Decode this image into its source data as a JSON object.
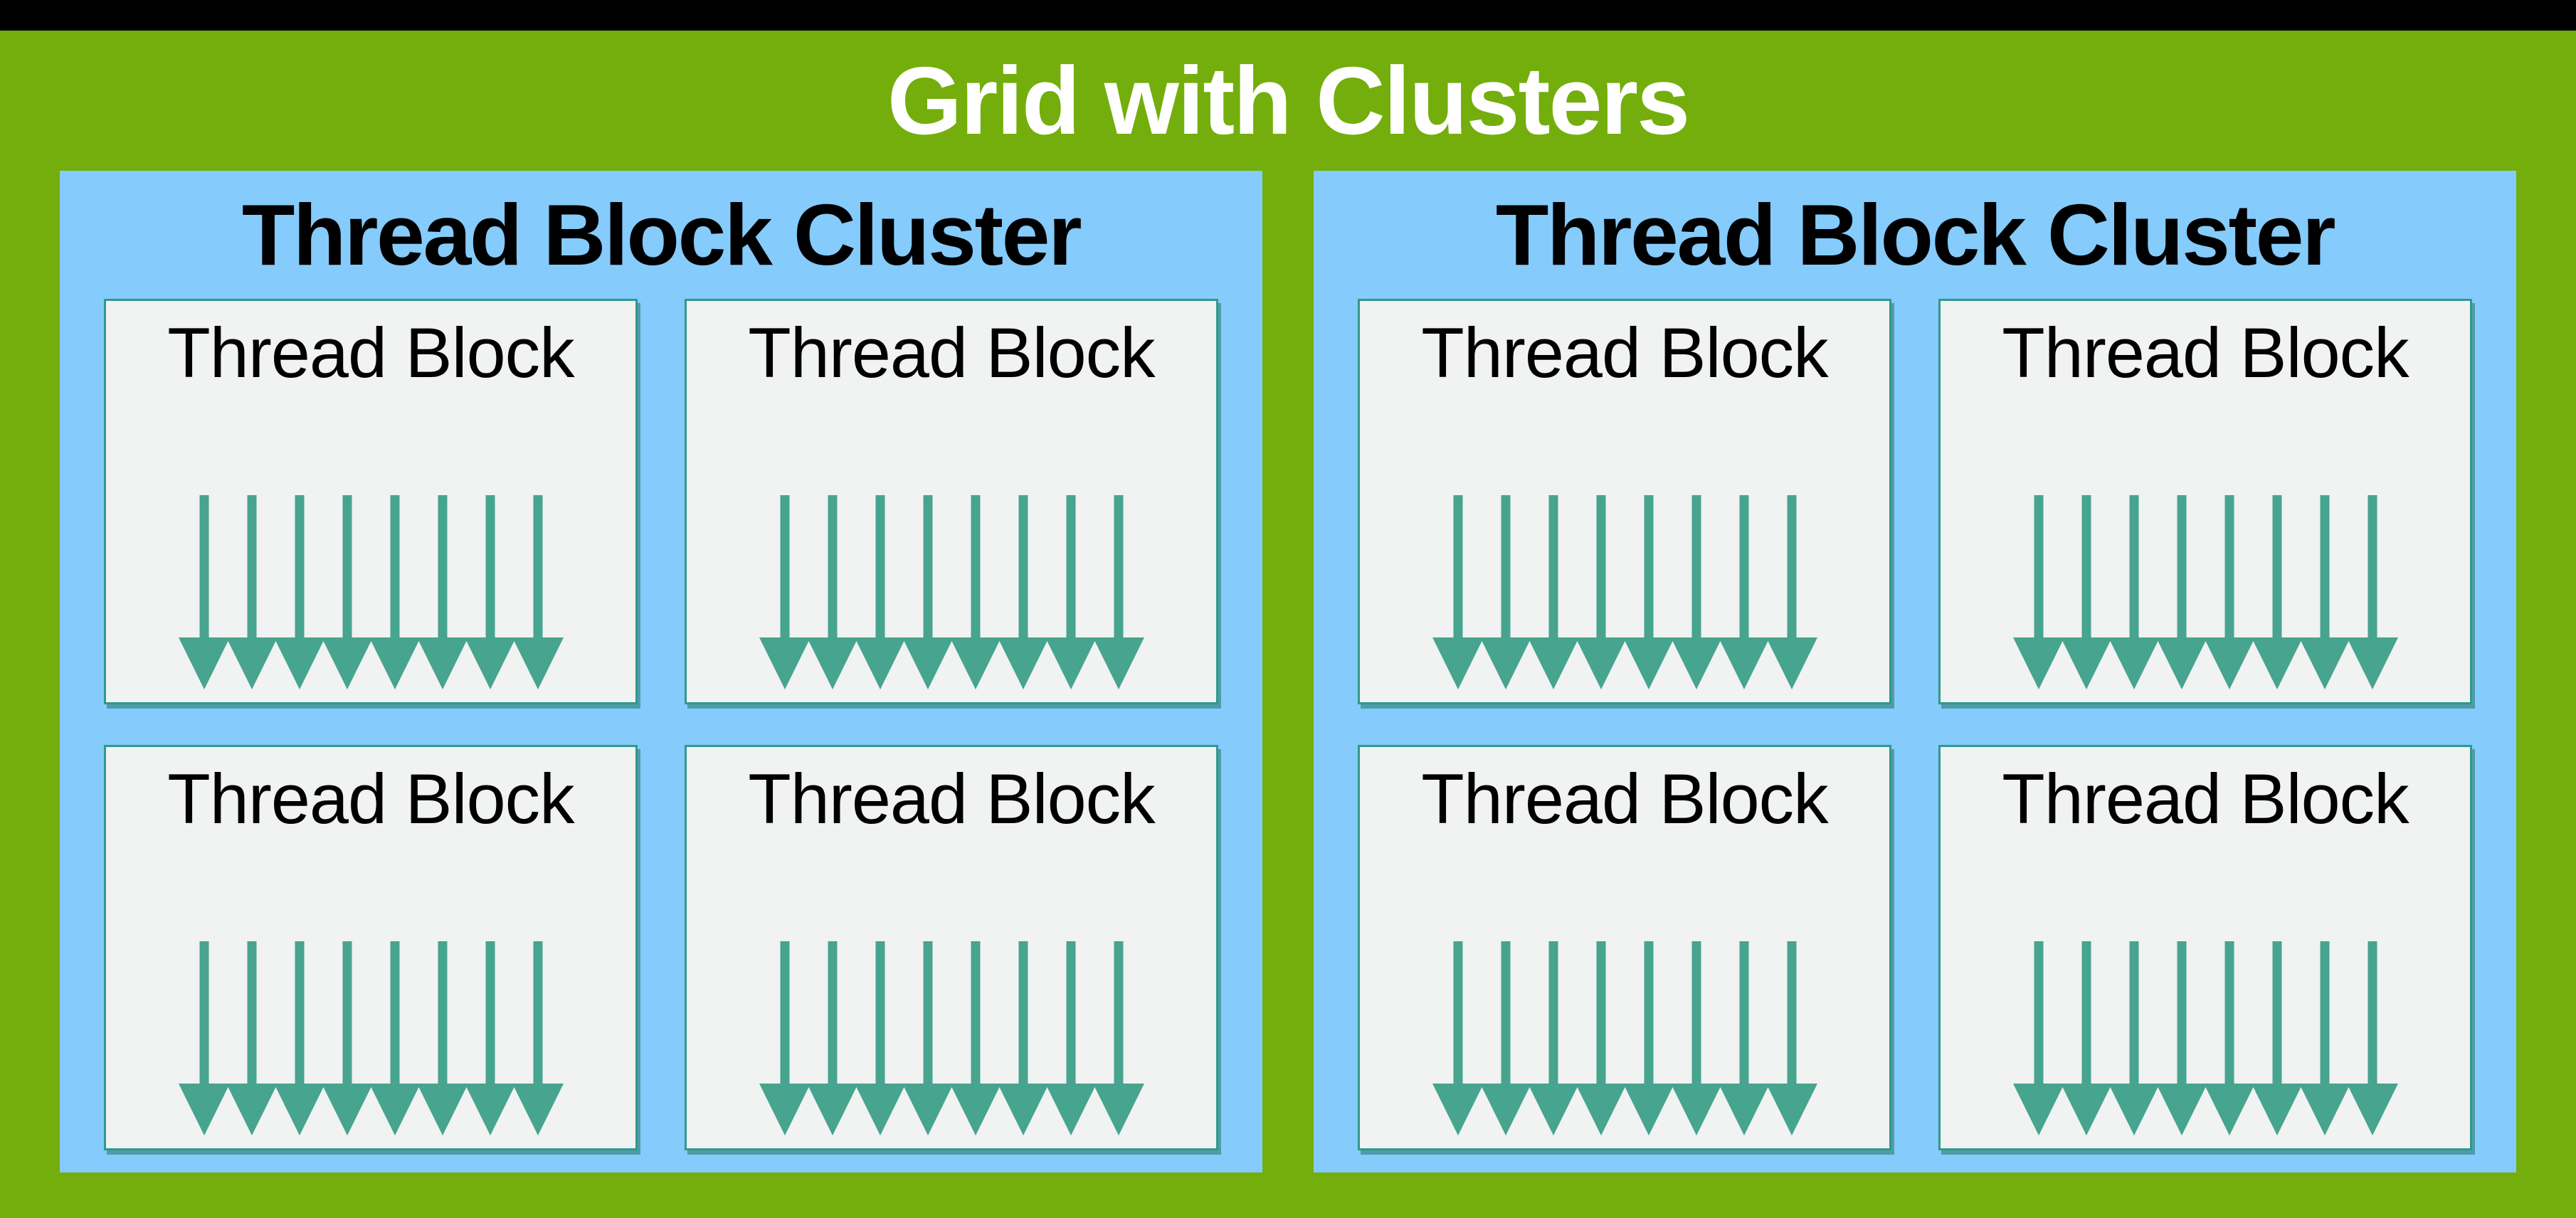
{
  "title": "Grid with Clusters",
  "colors": {
    "top_bar": "#000000",
    "background": "#74ae0c",
    "cluster_background": "#85cbfb",
    "block_background": "#f1f2f2",
    "block_border": "#2f9a8a",
    "arrow": "#47a48e",
    "title_color": "#ffffff",
    "cluster_title_color": "#000000",
    "block_label_color": "#000000"
  },
  "clusters": [
    {
      "label": "Thread Block Cluster",
      "blocks": [
        {
          "label": "Thread Block",
          "arrow_count": 8
        },
        {
          "label": "Thread Block",
          "arrow_count": 8
        },
        {
          "label": "Thread Block",
          "arrow_count": 8
        },
        {
          "label": "Thread Block",
          "arrow_count": 8
        }
      ]
    },
    {
      "label": "Thread Block Cluster",
      "blocks": [
        {
          "label": "Thread Block",
          "arrow_count": 8
        },
        {
          "label": "Thread Block",
          "arrow_count": 8
        },
        {
          "label": "Thread Block",
          "arrow_count": 8
        },
        {
          "label": "Thread Block",
          "arrow_count": 8
        }
      ]
    }
  ]
}
